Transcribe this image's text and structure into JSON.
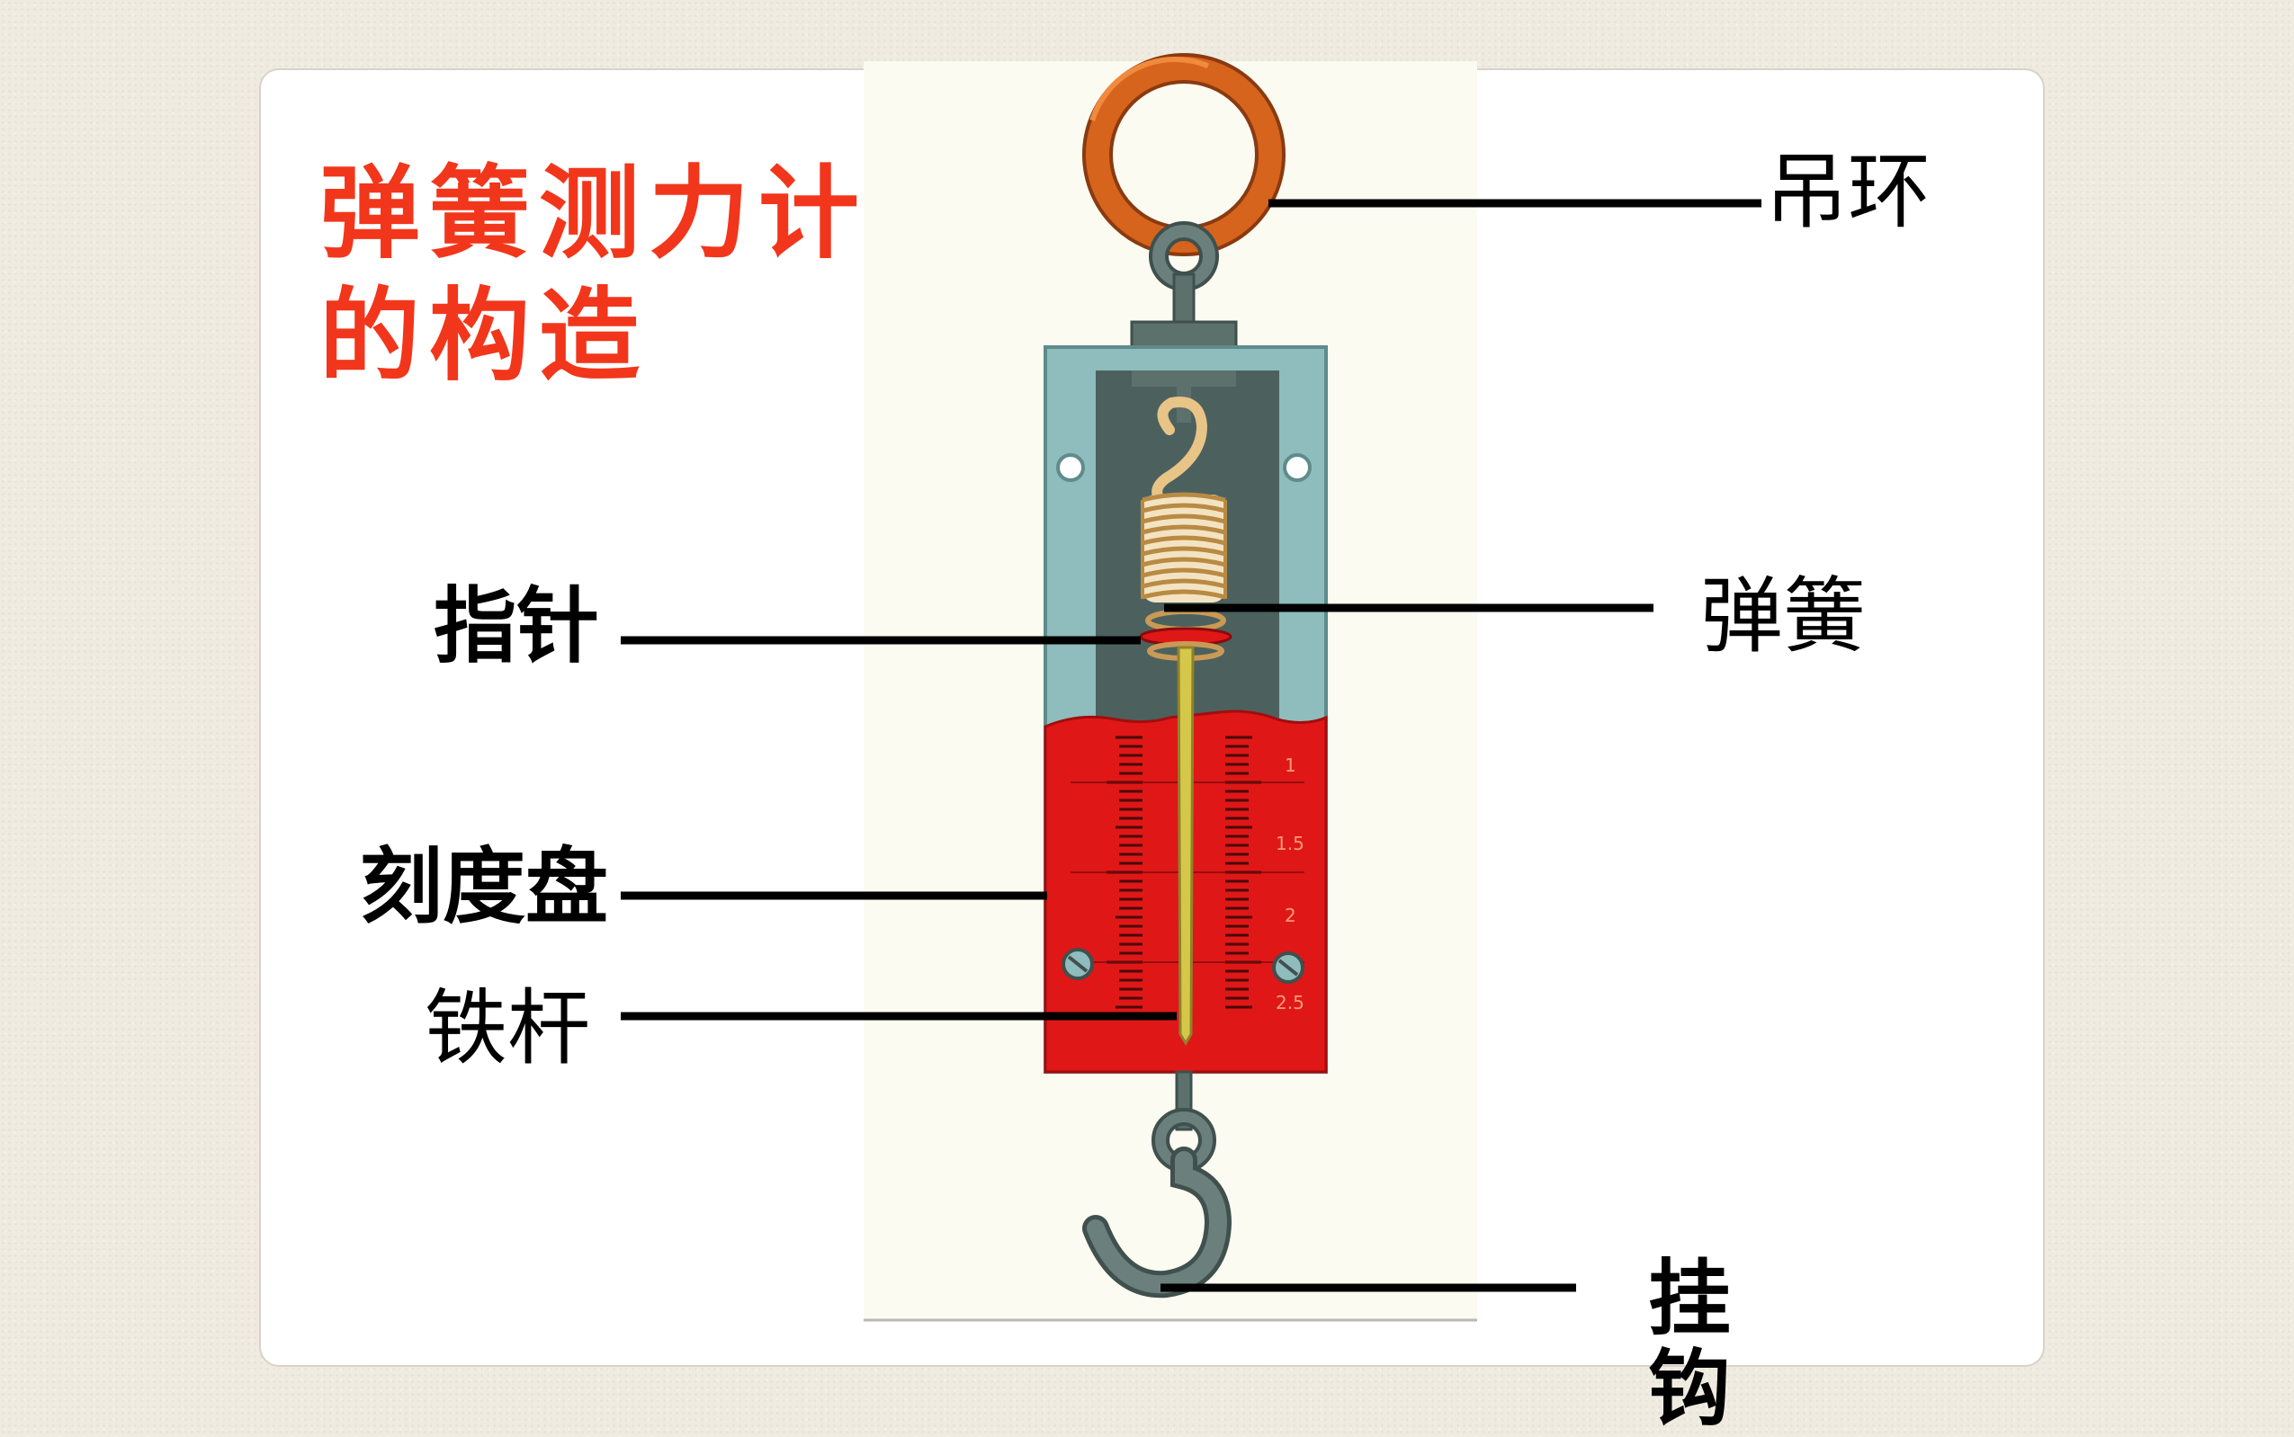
{
  "title": "弹簧测力计的构造",
  "labels": {
    "hanging_ring": "吊环",
    "pointer": "指针",
    "spring": "弹簧",
    "scale_dial": "刻度盘",
    "iron_rod": "铁杆",
    "hook": "挂钩"
  },
  "scale_marks": [
    "1",
    "1.5",
    "2",
    "2.5"
  ],
  "colors": {
    "title": "#f2361b",
    "ring": "#d6641c",
    "frame": "#8fbcbd",
    "inner_panel": "#4c615e",
    "dial": "#e01717",
    "spring": "#e8c487",
    "rod": "#d4c74a",
    "hook": "#5c706c"
  }
}
